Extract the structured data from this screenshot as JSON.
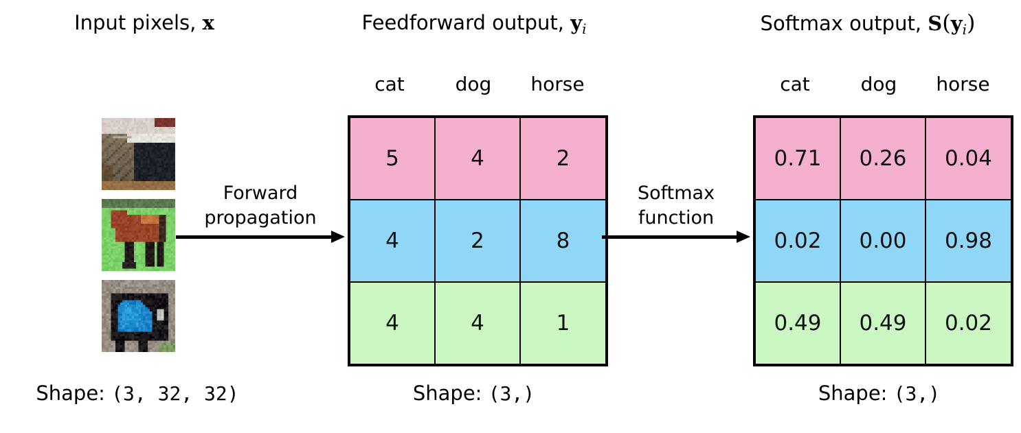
{
  "columns": {
    "input": {
      "title_prefix": "Input pixels, ",
      "title_symbol": "x",
      "shape_label": "Shape: ",
      "shape_value": "(3, 32, 32)"
    },
    "feedforward": {
      "title_prefix": "Feedforward output, ",
      "title_symbol": "y",
      "title_subscript": "i",
      "shape_label": "Shape: ",
      "shape_value": "(3,)"
    },
    "softmax": {
      "title_prefix": "Softmax output, ",
      "title_symbol_s": "S",
      "title_paren_open": "(",
      "title_symbol_y": "y",
      "title_subscript": "i",
      "title_paren_close": ")",
      "shape_label": "Shape: ",
      "shape_value": "(3,)"
    }
  },
  "arrows": {
    "forward": {
      "line1": "Forward",
      "line2": "propagation"
    },
    "softmax": {
      "line1": "Softmax",
      "line2": "function"
    }
  },
  "class_headers": [
    "cat",
    "dog",
    "horse"
  ],
  "row_colors": [
    "#F5AFCF",
    "#8FD6F7",
    "#CBF7C2"
  ],
  "thumbnails": [
    {
      "name": "cat-thumbnail",
      "alt": "cat"
    },
    {
      "name": "horse-thumbnail",
      "alt": "horse"
    },
    {
      "name": "dog-thumbnail",
      "alt": "dog"
    }
  ],
  "chart_data": {
    "type": "table",
    "title": "Softmax transformation of feedforward logits",
    "tables": [
      {
        "name": "feedforward-output",
        "title": "Feedforward output, y_i",
        "columns": [
          "cat",
          "dog",
          "horse"
        ],
        "rows": [
          {
            "label": "cat",
            "color": "#F5AFCF",
            "values": [
              5,
              4,
              2
            ]
          },
          {
            "label": "horse",
            "color": "#8FD6F7",
            "values": [
              4,
              2,
              8
            ]
          },
          {
            "label": "dog",
            "color": "#CBF7C2",
            "values": [
              4,
              4,
              1
            ]
          }
        ],
        "shape": "(3,)"
      },
      {
        "name": "softmax-output",
        "title": "Softmax output, S(y_i)",
        "columns": [
          "cat",
          "dog",
          "horse"
        ],
        "rows": [
          {
            "label": "cat",
            "color": "#F5AFCF",
            "values": [
              "0.71",
              "0.26",
              "0.04"
            ]
          },
          {
            "label": "horse",
            "color": "#8FD6F7",
            "values": [
              "0.02",
              "0.00",
              "0.98"
            ]
          },
          {
            "label": "dog",
            "color": "#CBF7C2",
            "values": [
              "0.49",
              "0.49",
              "0.02"
            ]
          }
        ],
        "shape": "(3,)"
      }
    ]
  },
  "matrix_feedforward": {
    "headers": [
      "cat",
      "dog",
      "horse"
    ],
    "rows": [
      [
        "5",
        "4",
        "2"
      ],
      [
        "4",
        "2",
        "8"
      ],
      [
        "4",
        "4",
        "1"
      ]
    ]
  },
  "matrix_softmax": {
    "headers": [
      "cat",
      "dog",
      "horse"
    ],
    "rows": [
      [
        "0.71",
        "0.26",
        "0.04"
      ],
      [
        "0.02",
        "0.00",
        "0.98"
      ],
      [
        "0.49",
        "0.49",
        "0.02"
      ]
    ]
  }
}
